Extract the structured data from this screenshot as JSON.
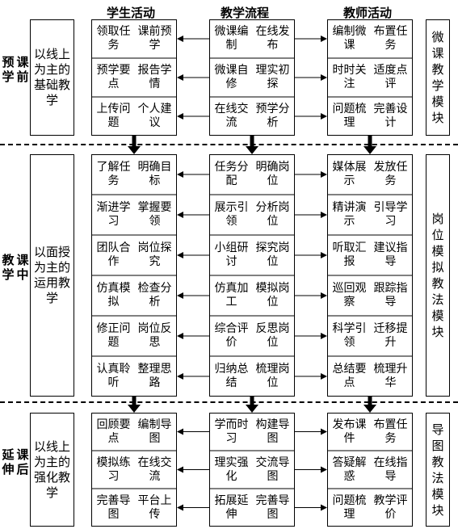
{
  "headers": {
    "student": "学生活动",
    "flow": "教学流程",
    "teacher": "教师活动"
  },
  "sections": [
    {
      "phase": "课前预学",
      "mode": "以线上为主的基础教学",
      "module": "微课教学模块",
      "rows": [
        {
          "student": [
            "领取任务",
            "课前预学"
          ],
          "flow": [
            "微课编制",
            "在线发布"
          ],
          "teacher": [
            "编制微课",
            "布置任务"
          ]
        },
        {
          "student": [
            "预学要点",
            "报告学情"
          ],
          "flow": [
            "微课自修",
            "理实初探"
          ],
          "teacher": [
            "时时关注",
            "适度点评"
          ]
        },
        {
          "student": [
            "上传问题",
            "个人建议"
          ],
          "flow": [
            "在线交流",
            "预学分析"
          ],
          "teacher": [
            "问题梳理",
            "完善设计"
          ]
        }
      ]
    },
    {
      "phase": "课中教学",
      "mode": "以面授为主的运用教学",
      "module": "岗位模拟教法模块",
      "rows": [
        {
          "student": [
            "了解任务",
            "明确目标"
          ],
          "flow": [
            "任务分配",
            "明确岗位"
          ],
          "teacher": [
            "媒体展示",
            "发放任务"
          ]
        },
        {
          "student": [
            "渐进学习",
            "掌握要领"
          ],
          "flow": [
            "展示引领",
            "分析岗位"
          ],
          "teacher": [
            "精讲演示",
            "引导学习"
          ]
        },
        {
          "student": [
            "团队合作",
            "岗位探究"
          ],
          "flow": [
            "小组研讨",
            "探究岗位"
          ],
          "teacher": [
            "听取汇报",
            "建议指导"
          ]
        },
        {
          "student": [
            "仿真模拟",
            "检查分析"
          ],
          "flow": [
            "仿真加工",
            "模拟岗位"
          ],
          "teacher": [
            "巡回观察",
            "跟踪指导"
          ]
        },
        {
          "student": [
            "修正问题",
            "岗位反思"
          ],
          "flow": [
            "综合评价",
            "反思岗位"
          ],
          "teacher": [
            "科学引领",
            "迁移提升"
          ]
        },
        {
          "student": [
            "认真聆听",
            "整理思路"
          ],
          "flow": [
            "归纳总结",
            "梳理岗位"
          ],
          "teacher": [
            "总结要点",
            "梳理升华"
          ]
        }
      ]
    },
    {
      "phase": "课后延伸",
      "mode": "以线上为主的强化教学",
      "module": "导图教法模块",
      "rows": [
        {
          "student": [
            "回顾要点",
            "编制导图"
          ],
          "flow": [
            "学而时习",
            "构建导图"
          ],
          "teacher": [
            "发布课件",
            "布置任务"
          ]
        },
        {
          "student": [
            "模拟练习",
            "在线交流"
          ],
          "flow": [
            "理实强化",
            "交流导图"
          ],
          "teacher": [
            "答疑解惑",
            "在线指导"
          ]
        },
        {
          "student": [
            "完善导图",
            "平台上传"
          ],
          "flow": [
            "拓展延伸",
            "完善导图"
          ],
          "teacher": [
            "问题梳理",
            "教学评价"
          ]
        }
      ]
    }
  ]
}
